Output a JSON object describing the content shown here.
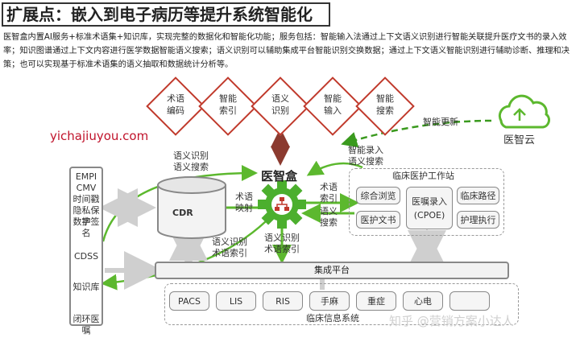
{
  "title": "扩展点：嵌入到电子病历等提升系统智能化",
  "intro": "医智盒内置AI服务+标准术语集+知识库，实现完整的数据化和智能化功能；服务包括：智能输入法通过上下文语义识别进行智能关联提升医疗文书的录入效率；知识图谱通过上下文内容进行医学数据智能语义搜索；语义识别可以辅助集成平台智能识别交换数据；通过上下文语义智能识别进行辅助诊断、推理和决策；也可以实现基于标准术语集的语义抽取和数据统计分析等。",
  "watermark_url": "yichajiuyou.com",
  "diamonds": [
    {
      "line1": "术语",
      "line2": "编码"
    },
    {
      "line1": "智能",
      "line2": "索引"
    },
    {
      "line1": "语义",
      "line2": "识别"
    },
    {
      "line1": "智能",
      "line2": "输入"
    },
    {
      "line1": "智能",
      "line2": "搜索"
    }
  ],
  "cloud": {
    "label": "医智云",
    "update_label": "智能更新"
  },
  "center": {
    "label": "医智盒"
  },
  "cdr": {
    "label": "CDR"
  },
  "arrow_labels": {
    "semantic_search_top": [
      "语义识别",
      "语义搜索"
    ],
    "input_search_top": [
      "智能录入",
      "语义搜索"
    ],
    "term_mapping": [
      "术语",
      "映射"
    ],
    "term_index": [
      "术语",
      "索引"
    ],
    "sem_search": [
      "语义",
      "搜索"
    ],
    "mid_left": [
      "语义识别",
      "术语索引"
    ],
    "mid_down": [
      "语义识别",
      "术语索引"
    ]
  },
  "left_column": {
    "top_items": [
      "EMPI",
      "CMV",
      "时间戳",
      "隐私保护",
      "数字签名"
    ],
    "cdss": "CDSS",
    "knowledge": "知识库",
    "closed_loop": "闭环医嘱"
  },
  "workstation": {
    "title": "临床医护工作站",
    "items": [
      "综合浏览",
      "医嘱录入\n(CPOE)",
      "临床路径",
      "医护文书",
      "护理执行"
    ]
  },
  "platform": {
    "label": "集成平台"
  },
  "info_systems": {
    "title": "临床信息系统",
    "items": [
      "PACS",
      "LIS",
      "RIS",
      "手麻",
      "重症",
      "心电",
      ""
    ]
  },
  "footer_watermark": "知乎 @营销方案小达人",
  "colors": {
    "accent_red": "#c0392b",
    "green": "#5cb82e",
    "brown_arrow": "#8b3a2f",
    "gray": "#999999"
  }
}
